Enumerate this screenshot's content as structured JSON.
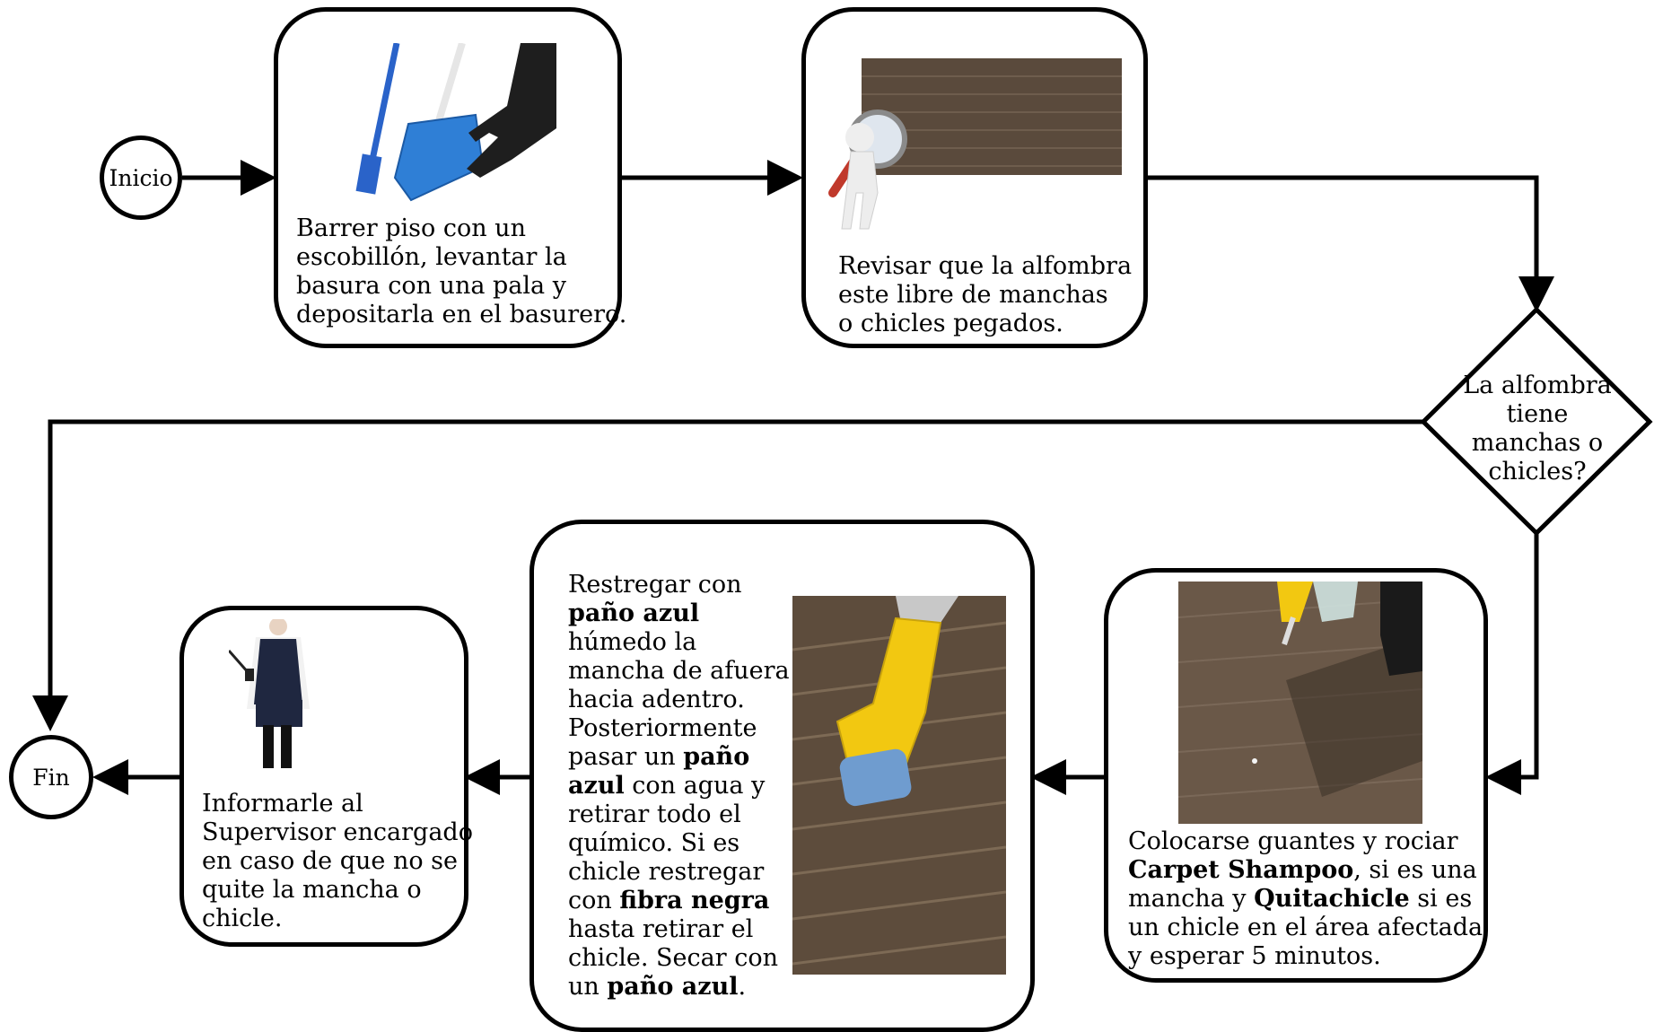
{
  "nodes": {
    "start": "Inicio",
    "end": "Fin",
    "step1": [
      "Barrer piso con un",
      "escobillón, levantar la",
      "basura con una pala y",
      "depositarla en el basurero."
    ],
    "step2": [
      "Revisar que la alfombra",
      "este libre de manchas",
      "o chicles pegados."
    ],
    "decision": [
      "La alfombra",
      "tiene",
      "manchas o",
      "chicles?"
    ],
    "step3": {
      "l1": "Colocarse guantes y rociar",
      "l2_bold": "Carpet Shampoo",
      "l2_rest": ", si es una",
      "l3_pre": "mancha y ",
      "l3_bold": "Quitachicle",
      "l3_rest": " si es",
      "l4": "un chicle en el área afectada",
      "l5": "y esperar 5 minutos."
    },
    "step4": {
      "l1": "Restregar con",
      "l2_bold": "paño azul",
      "l3": "húmedo la",
      "l4": "mancha de afuera",
      "l5": "hacia adentro.",
      "l6": "Posteriormente",
      "l7_pre": "pasar un ",
      "l7_bold": "paño",
      "l8_bold": "azul",
      "l8_rest": " con agua y",
      "l9": "retirar todo el",
      "l10": "químico. Si es",
      "l11": "chicle restregar",
      "l12_pre": "con ",
      "l12_bold": "fibra negra",
      "l13": "hasta retirar el",
      "l14": "chicle. Secar con",
      "l15_pre": "un ",
      "l15_bold": "paño azul",
      "l15_rest": "."
    },
    "step5": [
      "Informarle al",
      "Supervisor encargado",
      "en caso de que no se",
      "quite la mancha o",
      "chicle."
    ]
  },
  "colors": {
    "line": "#000000",
    "carpet": "#5a4a3c",
    "glove_yellow": "#f2c811",
    "dustpan_blue": "#2f7fd6",
    "broom_blue": "#2a63c9",
    "cloth_blue": "#6f9ccf",
    "vest_navy": "#1f2740"
  }
}
